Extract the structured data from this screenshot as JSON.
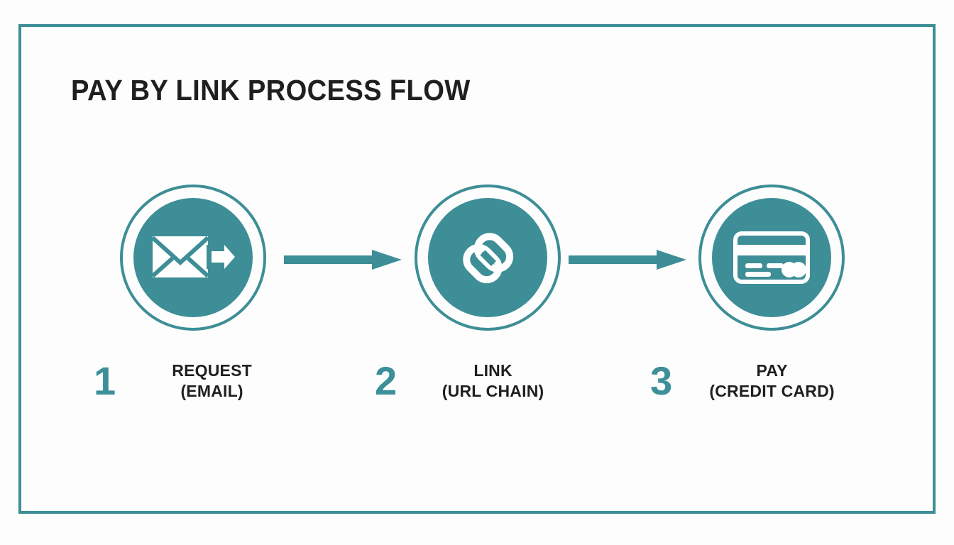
{
  "page": {
    "title": "PAY BY LINK PROCESS FLOW",
    "background_color": "#fdfdfd",
    "frame_color": "#3d8e96",
    "accent_color": "#3d8e96",
    "number_color": "#3d8f99",
    "text_color": "#1f1f1f"
  },
  "flow": {
    "steps": [
      {
        "number": "1",
        "label_line1": "REQUEST",
        "label_line2": "(EMAIL)",
        "icon": "envelope-send-icon"
      },
      {
        "number": "2",
        "label_line1": "LINK",
        "label_line2": "(URL CHAIN)",
        "icon": "chain-link-icon"
      },
      {
        "number": "3",
        "label_line1": "PAY",
        "label_line2": "(CREDIT CARD)",
        "icon": "credit-card-icon"
      }
    ],
    "connectors": [
      {
        "name": "arrow-right-icon",
        "from": "1",
        "to": "2"
      },
      {
        "name": "arrow-right-icon",
        "from": "2",
        "to": "3"
      }
    ]
  }
}
